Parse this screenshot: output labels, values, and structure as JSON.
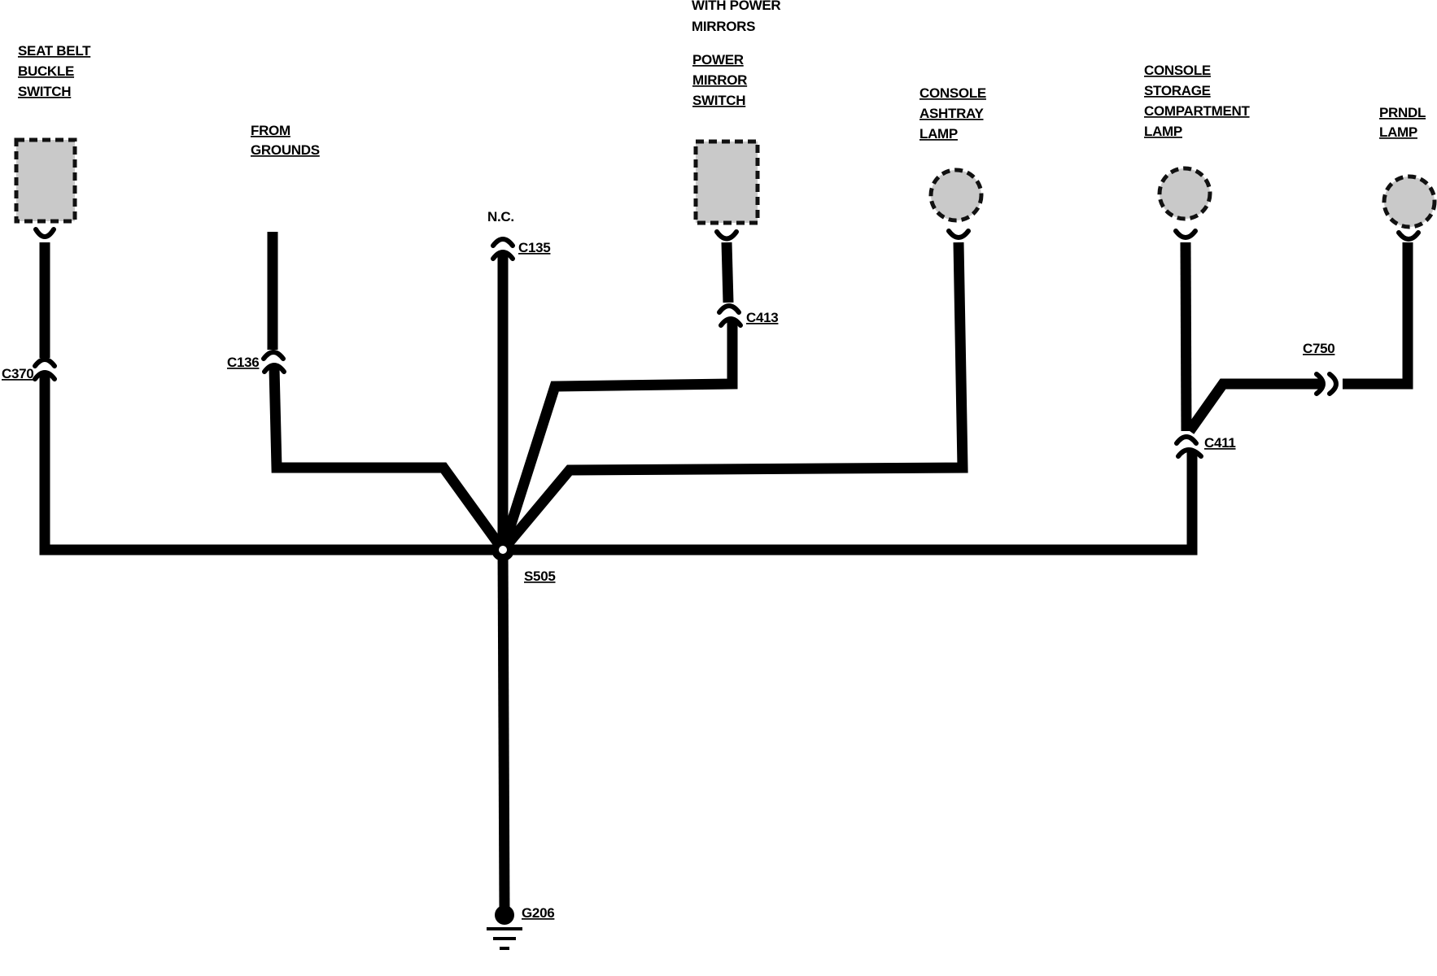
{
  "components": {
    "seat_belt": [
      "SEAT BELT",
      "BUCKLE",
      "SWITCH"
    ],
    "from_grounds": [
      "FROM",
      "GROUNDS"
    ],
    "power_mirrors_note": [
      "WITH POWER",
      "MIRRORS"
    ],
    "power_mirror_switch": [
      "POWER",
      "MIRROR",
      "SWITCH"
    ],
    "console_ashtray_lamp": [
      "CONSOLE",
      "ASHTRAY",
      "LAMP"
    ],
    "console_storage_lamp": [
      "CONSOLE",
      "STORAGE",
      "COMPARTMENT",
      "LAMP"
    ],
    "prndl_lamp": [
      "PRNDL",
      "LAMP"
    ]
  },
  "connectors": {
    "c370": "C370",
    "c136": "C136",
    "c135": "C135",
    "c413": "C413",
    "c411": "C411",
    "c750": "C750"
  },
  "nc_label": "N.C.",
  "splice": "S505",
  "ground": "G206",
  "colors": {
    "wire": "#000000",
    "component_fill": "#c9c9c9"
  }
}
